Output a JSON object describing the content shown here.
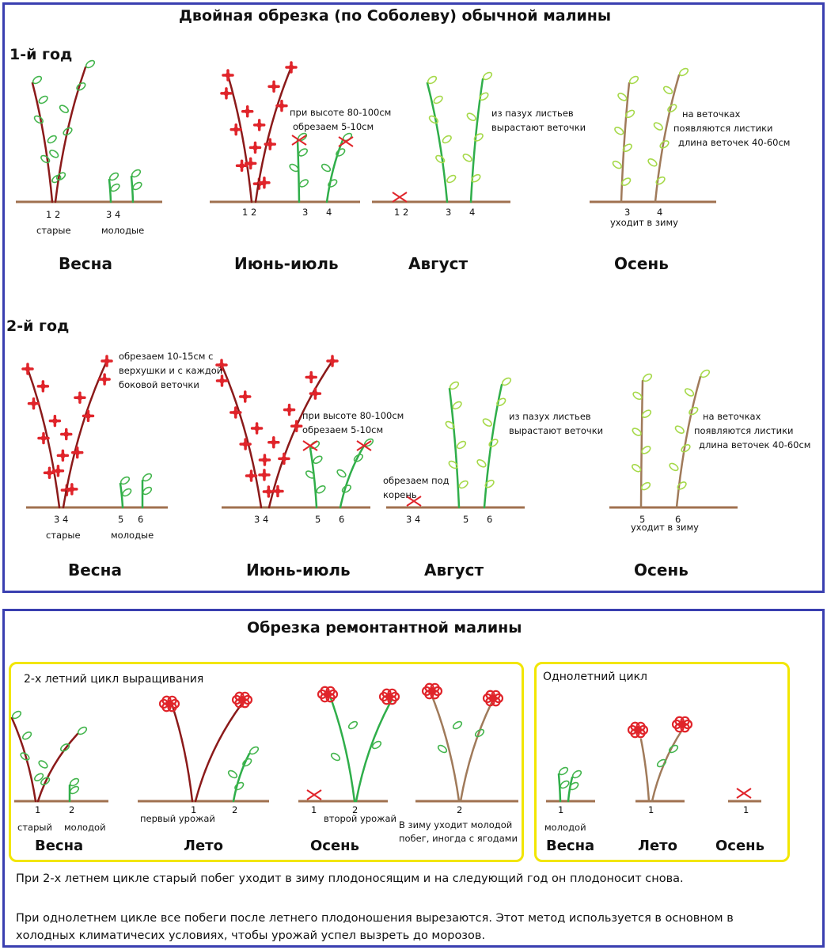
{
  "top": {
    "title": "Двойная обрезка (по Соболеву) обычной малины",
    "year1": {
      "label": "1-й год",
      "seasons": [
        "Весна",
        "Июнь-июль",
        "Август",
        "Осень"
      ],
      "spring": {
        "nums_old": "1 2",
        "nums_young": "3 4",
        "old": "старые",
        "young": "молодые"
      },
      "summer": {
        "nums_a": "1  2",
        "num_3": "3",
        "num_4": "4",
        "note": [
          "при высоте 80-100см",
          "обрезаем 5-10см"
        ]
      },
      "august": {
        "nums_a": "1 2",
        "num_3": "3",
        "num_4": "4",
        "note": [
          "из пазух листьев",
          "вырастают веточки"
        ]
      },
      "autumn": {
        "num_3": "3",
        "num_4": "4",
        "winter": "уходит в зиму",
        "note": [
          "на веточках",
          "появляются листики",
          "длина веточек 40-60см"
        ]
      }
    },
    "year2": {
      "label": "2-й год",
      "seasons": [
        "Весна",
        "Июнь-июль",
        "Август",
        "Осень"
      ],
      "spring": {
        "nums_old": "3 4",
        "num_5": "5",
        "num_6": "6",
        "old": "старые",
        "young": "молодые",
        "note": [
          "обрезаем 10-15см с",
          "верхушки и с каждой",
          "боковой веточки"
        ]
      },
      "summer": {
        "nums_a": "3  4",
        "num_5": "5",
        "num_6": "6",
        "note": [
          "при высоте 80-100см",
          "обрезаем 5-10см"
        ]
      },
      "august": {
        "nums_a": "3 4",
        "num_5": "5",
        "num_6": "6",
        "cut": [
          "обрезаем под",
          "корень"
        ],
        "note": [
          "из пазух листьев",
          "вырастают веточки"
        ]
      },
      "autumn": {
        "num_5": "5",
        "num_6": "6",
        "winter": "уходит в зиму",
        "note": [
          "на веточках",
          "появляются листики",
          "длина веточек 40-60см"
        ]
      }
    }
  },
  "bottom": {
    "title": "Обрезка ремонтантной малины",
    "two_year": {
      "label": "2-х летний цикл выращивания",
      "seasons": [
        "Весна",
        "Лето",
        "Осень"
      ],
      "p1": {
        "n1": "1",
        "n2": "2",
        "old": "старый",
        "young": "молодой"
      },
      "p2": {
        "n1": "1",
        "n2": "2",
        "harvest": "первый урожай"
      },
      "p3": {
        "n1": "1",
        "n2": "2",
        "harvest": "второй урожай"
      },
      "p4": {
        "n2": "2",
        "note": [
          "В зиму уходит молодой",
          "побег, иногда с ягодами"
        ]
      }
    },
    "one_year": {
      "label": "Однолетний цикл",
      "seasons": [
        "Весна",
        "Лето",
        "Осень"
      ],
      "n1": "1",
      "n2": "1",
      "n3": "1",
      "young": "молодой"
    },
    "para1": "При 2-х летнем цикле старый побег уходит в зиму плодоносящим и на следующий год он плодоносит снова.",
    "para2": [
      "При однолетнем цикле все побеги после  летнего плодоношения вырезаются. Этот метод используется в основном в",
      "холодных климатичесих условиях, чтобы урожай успел вызреть до морозов."
    ]
  },
  "colors": {
    "panel_border": "#3a3fb0",
    "box_border": "#f2e600",
    "ground": "#a0714f",
    "old_cane": "#8b1a1a",
    "young_cane": "#2fae4a",
    "leaf_green": "#43b54d",
    "leaf_light": "#a6d94a",
    "berry_red": "#e0242a",
    "brown_cane": "#a07a5a"
  }
}
